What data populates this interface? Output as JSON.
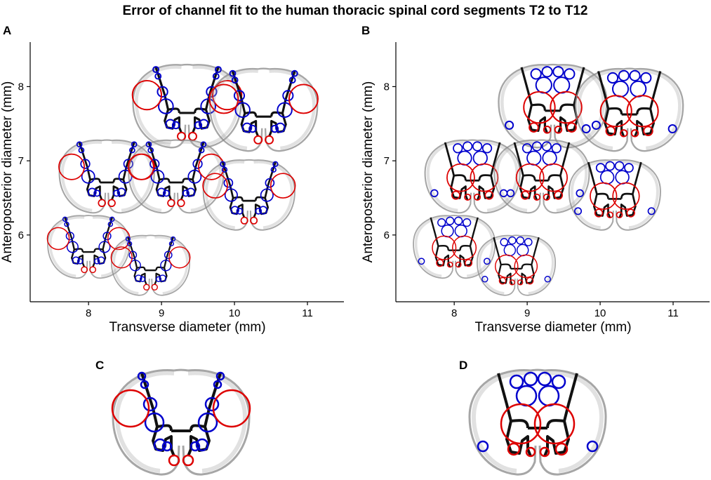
{
  "title": "Error of channel fit to the human thoracic spinal cord segments T2 to T12",
  "colors": {
    "channel_a": "#0000cc",
    "channel_b": "#dd0000",
    "cord": "#8a8a8a",
    "gray_matter": "#111111"
  },
  "panels": {
    "A": {
      "label": "A"
    },
    "B": {
      "label": "B"
    },
    "C": {
      "label": "C"
    },
    "D": {
      "label": "D"
    }
  },
  "chart_data": [
    {
      "panel": "A",
      "type": "scatter",
      "marker": "spinal-cord-cross-section",
      "xlabel": "Transverse diameter (mm)",
      "ylabel": "Anteroposterior diameter (mm)",
      "xticks": [
        "8",
        "9",
        "10",
        "11"
      ],
      "yticks": [
        "6",
        "7",
        "8"
      ],
      "xlim": [
        7.2,
        11.5
      ],
      "ylim": [
        5.1,
        8.6
      ],
      "points": [
        {
          "x": 9.35,
          "y": 7.75
        },
        {
          "x": 10.4,
          "y": 7.7
        },
        {
          "x": 8.25,
          "y": 6.8
        },
        {
          "x": 9.2,
          "y": 6.8
        },
        {
          "x": 10.2,
          "y": 6.55
        },
        {
          "x": 8.0,
          "y": 5.85
        },
        {
          "x": 8.85,
          "y": 5.6
        }
      ]
    },
    {
      "panel": "B",
      "type": "scatter",
      "marker": "spinal-cord-cross-section",
      "xlabel": "Transverse diameter (mm)",
      "ylabel": "Anteroposterior diameter (mm)",
      "xticks": [
        "8",
        "9",
        "10",
        "11"
      ],
      "yticks": [
        "6",
        "7",
        "8"
      ],
      "xlim": [
        7.2,
        11.5
      ],
      "ylim": [
        5.1,
        8.6
      ],
      "points": [
        {
          "x": 9.35,
          "y": 7.75
        },
        {
          "x": 10.4,
          "y": 7.7
        },
        {
          "x": 8.25,
          "y": 6.8
        },
        {
          "x": 9.2,
          "y": 6.8
        },
        {
          "x": 10.2,
          "y": 6.55
        },
        {
          "x": 8.0,
          "y": 5.85
        },
        {
          "x": 8.85,
          "y": 5.6
        }
      ]
    }
  ]
}
